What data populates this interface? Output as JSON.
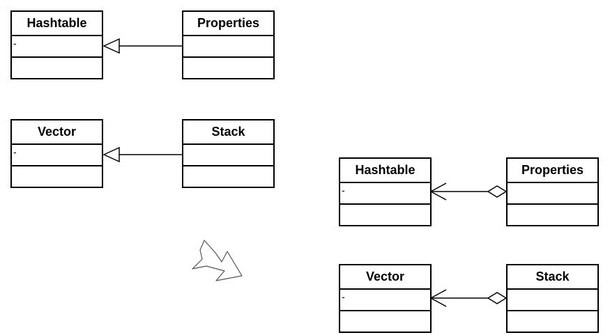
{
  "diagram": {
    "before": {
      "pair1": {
        "parent": {
          "name": "Hashtable",
          "attribute": "-"
        },
        "child": {
          "name": "Properties",
          "attribute": ""
        }
      },
      "pair2": {
        "parent": {
          "name": "Vector",
          "attribute": "-"
        },
        "child": {
          "name": "Stack",
          "attribute": ""
        }
      },
      "relationship": "generalization"
    },
    "after": {
      "pair1": {
        "target": {
          "name": "Hashtable",
          "attribute": "-"
        },
        "owner": {
          "name": "Properties",
          "attribute": ""
        }
      },
      "pair2": {
        "target": {
          "name": "Vector",
          "attribute": "-"
        },
        "owner": {
          "name": "Stack",
          "attribute": ""
        }
      },
      "relationship": "aggregation"
    },
    "transform_arrow_icon": "hollow-arrow-icon",
    "colors": {
      "stroke": "#000000",
      "fill": "#ffffff",
      "arrow_stroke": "#555555"
    }
  }
}
